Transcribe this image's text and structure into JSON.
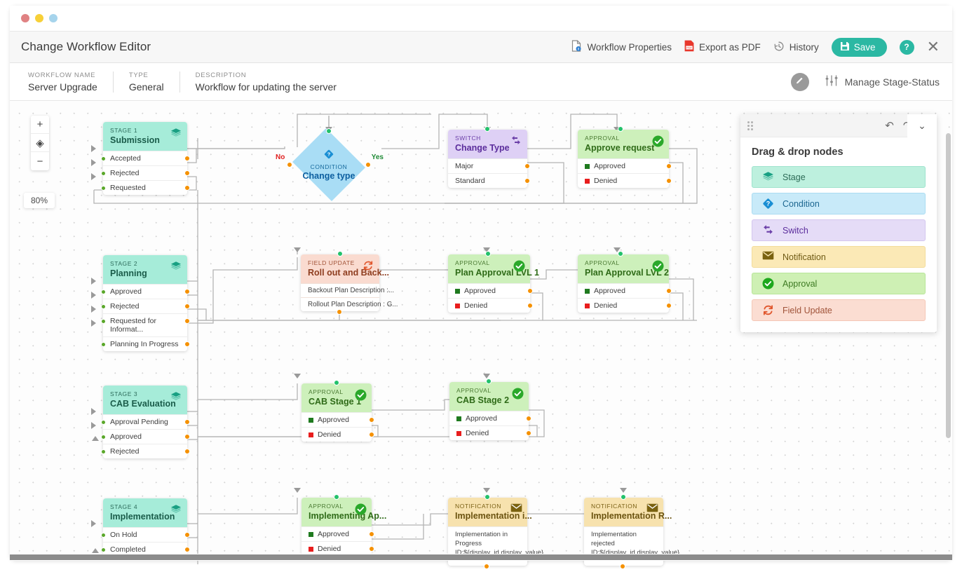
{
  "window": {
    "dots": [
      "red",
      "yellow",
      "blue"
    ]
  },
  "header": {
    "title": "Change Workflow Editor",
    "actions": [
      {
        "label": "Workflow Properties",
        "icon": "document-info-icon"
      },
      {
        "label": "Export as PDF",
        "icon": "pdf-icon"
      },
      {
        "label": "History",
        "icon": "history-clock-icon"
      }
    ],
    "save_label": "Save",
    "help_label": "?",
    "close_label": "✕",
    "accent_color": "#2bb8a3"
  },
  "meta": {
    "name_label": "WORKFLOW NAME",
    "name_value": "Server Upgrade",
    "type_label": "TYPE",
    "type_value": "General",
    "description_label": "DESCRIPTION",
    "description_value": "Workflow for updating the server",
    "manage_label": "Manage Stage-Status"
  },
  "canvas": {
    "zoom_in": "+",
    "zoom_fit": "◈",
    "zoom_out": "−",
    "zoom_level": "80%"
  },
  "palette": {
    "title": "Drag & drop nodes",
    "undo": "↶",
    "redo": "↷",
    "clear": "⊗",
    "collapse": "⌄",
    "items": [
      {
        "label": "Stage",
        "icon": "layers-icon",
        "cls": "pi-stage"
      },
      {
        "label": "Condition",
        "icon": "diamond-help-icon",
        "cls": "pi-cond"
      },
      {
        "label": "Switch",
        "icon": "switch-arrows-icon",
        "cls": "pi-switch"
      },
      {
        "label": "Notification",
        "icon": "envelope-icon",
        "cls": "pi-notif"
      },
      {
        "label": "Approval",
        "icon": "check-circle-icon",
        "cls": "pi-appr"
      },
      {
        "label": "Field Update",
        "icon": "refresh-icon",
        "cls": "pi-field"
      }
    ]
  },
  "nodes": {
    "stage1": {
      "type": "STAGE 1",
      "title": "Submission",
      "rows": [
        "Accepted",
        "Rejected",
        "Requested"
      ]
    },
    "condition1": {
      "type": "CONDITION",
      "title": "Change type",
      "no": "No",
      "yes": "Yes"
    },
    "switch1": {
      "type": "SWITCH",
      "title": "Change Type",
      "rows": [
        "Major",
        "Standard"
      ]
    },
    "approval1": {
      "type": "APPROVAL",
      "title": "Approve request",
      "rows": [
        "Approved",
        "Denied"
      ]
    },
    "stage2": {
      "type": "STAGE 2",
      "title": "Planning",
      "rows": [
        "Approved",
        "Rejected",
        "Requested for Informat...",
        "Planning In Progress"
      ]
    },
    "fieldupdate1": {
      "type": "FIELD UPDATE",
      "title": "Roll out and Back...",
      "lines": [
        "Backout Plan Description :...",
        "Rollout Plan Description : G..."
      ]
    },
    "planapproval1": {
      "type": "APPROVAL",
      "title": "Plan Approval LVL 1",
      "rows": [
        "Approved",
        "Denied"
      ]
    },
    "planapproval2": {
      "type": "APPROVAL",
      "title": "Plan Approval LVL 2",
      "rows": [
        "Approved",
        "Denied"
      ]
    },
    "stage3": {
      "type": "STAGE 3",
      "title": "CAB Evaluation",
      "rows": [
        "Approval Pending",
        "Approved",
        "Rejected"
      ]
    },
    "cab1": {
      "type": "APPROVAL",
      "title": "CAB Stage 1",
      "rows": [
        "Approved",
        "Denied"
      ]
    },
    "cab2": {
      "type": "APPROVAL",
      "title": "CAB Stage 2",
      "rows": [
        "Approved",
        "Denied"
      ]
    },
    "stage4": {
      "type": "STAGE 4",
      "title": "Implementation",
      "rows": [
        "On Hold",
        "Completed"
      ]
    },
    "implapproval": {
      "type": "APPROVAL",
      "title": "Implementing Ap...",
      "rows": [
        "Approved",
        "Denied"
      ]
    },
    "notif1": {
      "type": "NOTIFICATION",
      "title": "Implementation i...",
      "body": "Implementation in Progress ID:${display_id.display_value}"
    },
    "notif2": {
      "type": "NOTIFICATION",
      "title": "Implementation R...",
      "body": "Implementation rejected ID:${display_id.display_value}"
    }
  }
}
